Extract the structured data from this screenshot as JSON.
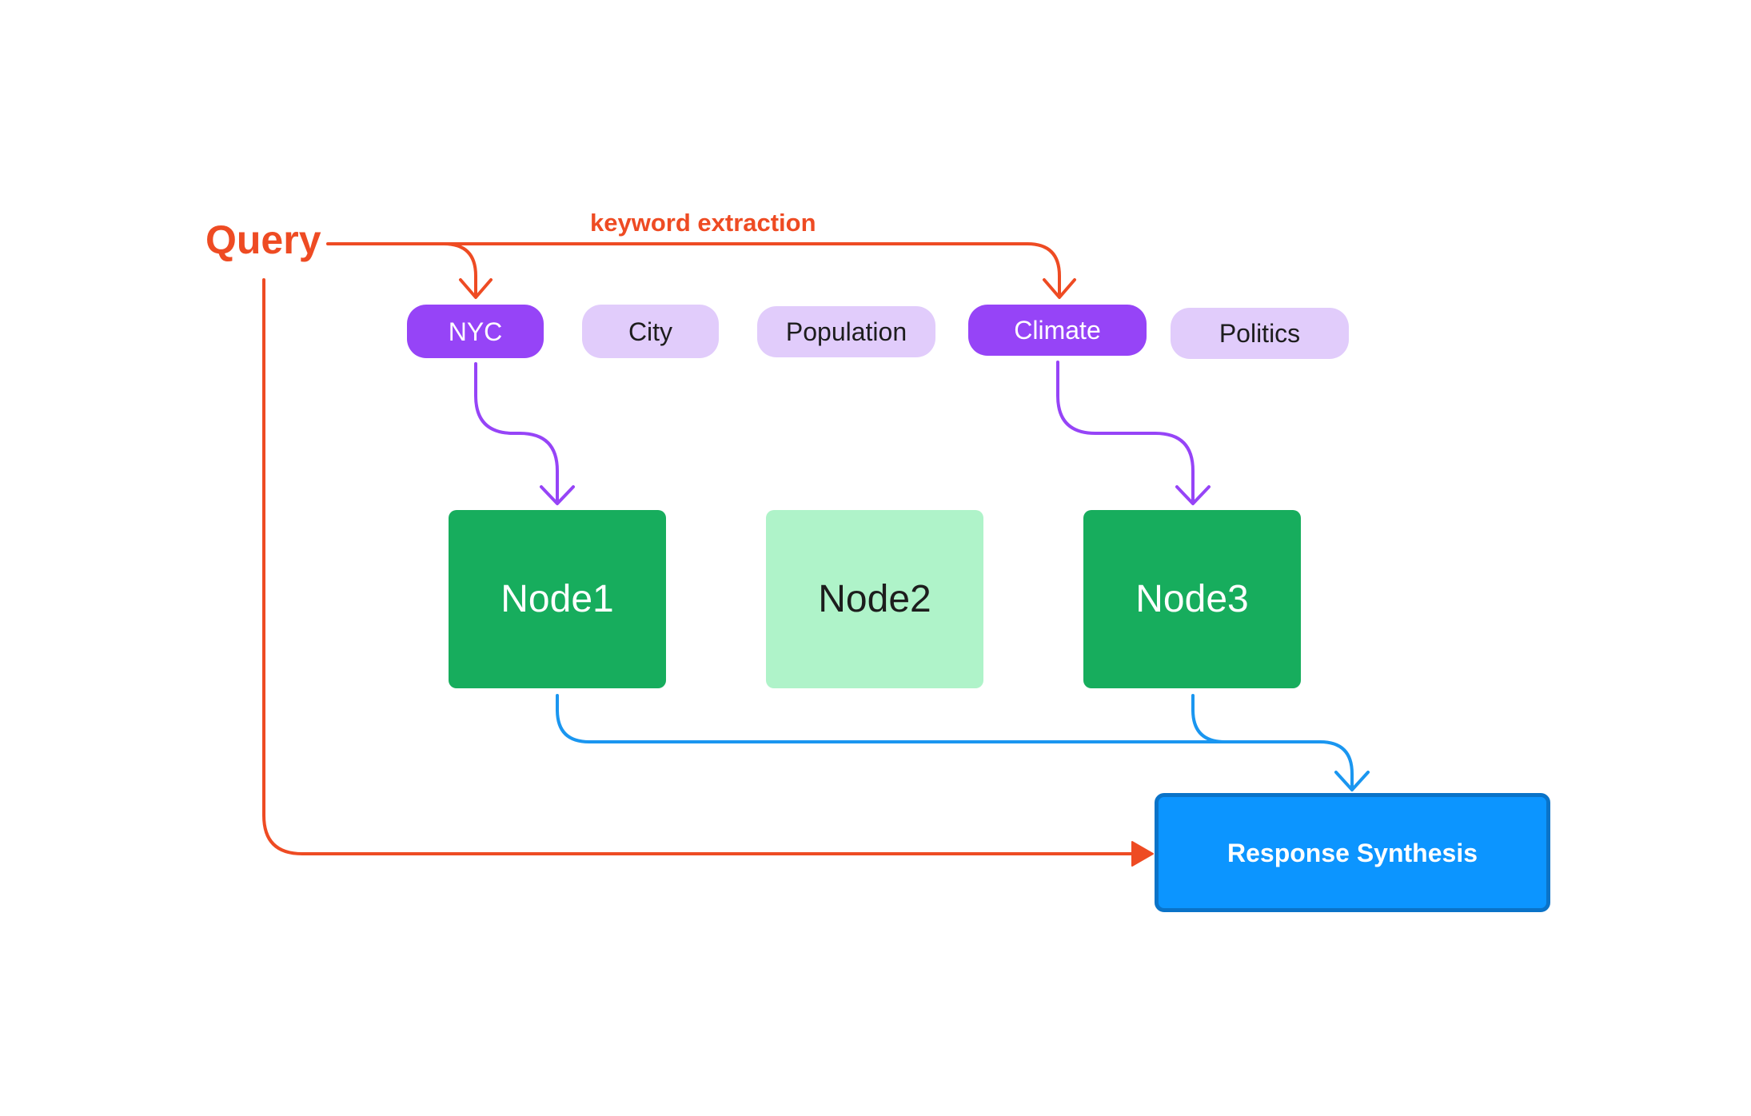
{
  "query": {
    "label": "Query"
  },
  "extraction": {
    "label": "keyword extraction"
  },
  "keywords": [
    {
      "label": "NYC",
      "selected": true
    },
    {
      "label": "City",
      "selected": false
    },
    {
      "label": "Population",
      "selected": false
    },
    {
      "label": "Climate",
      "selected": true
    },
    {
      "label": "Politics",
      "selected": false
    }
  ],
  "nodes": [
    {
      "label": "Node1",
      "selected": true
    },
    {
      "label": "Node2",
      "selected": false
    },
    {
      "label": "Node3",
      "selected": true
    }
  ],
  "synthesis": {
    "label": "Response Synthesis"
  },
  "colors": {
    "query": "#ee4b23",
    "keyword_selected": "#9644f7",
    "keyword_unselected": "#e1ccfb",
    "node_selected": "#17ad5d",
    "node_unselected": "#aff3c9",
    "retrieval_arrow": "#1a96f0",
    "synthesis_fill": "#0c95ff",
    "synthesis_border": "#0a73c8"
  }
}
